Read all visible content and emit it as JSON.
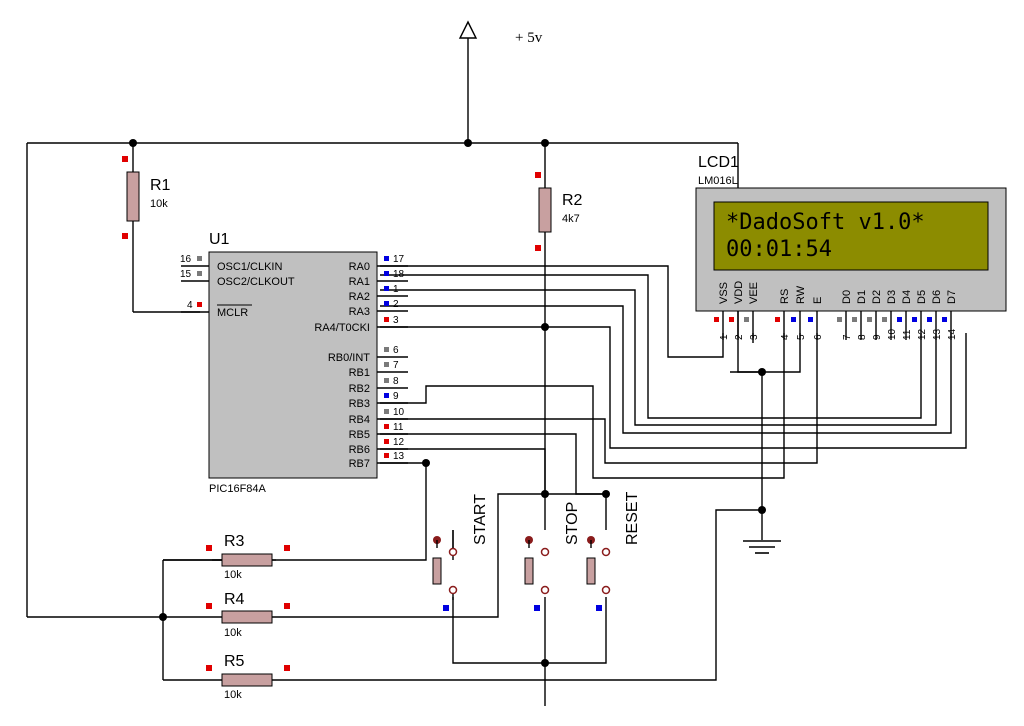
{
  "supply": {
    "label": "+ 5v"
  },
  "r1": {
    "ref": "R1",
    "value": "10k"
  },
  "r2": {
    "ref": "R2",
    "value": "4k7"
  },
  "r3": {
    "ref": "R3",
    "value": "10k"
  },
  "r4": {
    "ref": "R4",
    "value": "10k"
  },
  "r5": {
    "ref": "R5",
    "value": "10k"
  },
  "mcu": {
    "ref": "U1",
    "part": "PIC16F84A",
    "left_pins": [
      {
        "num": "16",
        "name": "OSC1/CLKIN"
      },
      {
        "num": "15",
        "name": "OSC2/CLKOUT"
      },
      {
        "num": "4",
        "name": "MCLR"
      }
    ],
    "right_pins": [
      {
        "num": "17",
        "name": "RA0"
      },
      {
        "num": "18",
        "name": "RA1"
      },
      {
        "num": "1",
        "name": "RA2"
      },
      {
        "num": "2",
        "name": "RA3"
      },
      {
        "num": "3",
        "name": "RA4/T0CKI"
      },
      {
        "num": "6",
        "name": "RB0/INT"
      },
      {
        "num": "7",
        "name": "RB1"
      },
      {
        "num": "8",
        "name": "RB2"
      },
      {
        "num": "9",
        "name": "RB3"
      },
      {
        "num": "10",
        "name": "RB4"
      },
      {
        "num": "11",
        "name": "RB5"
      },
      {
        "num": "12",
        "name": "RB6"
      },
      {
        "num": "13",
        "name": "RB7"
      }
    ]
  },
  "lcd": {
    "ref": "LCD1",
    "part": "LM016L",
    "line1": "*DadoSoft v1.0*",
    "line2": "00:01:54",
    "pins": [
      {
        "name": "VSS",
        "num": "1"
      },
      {
        "name": "VDD",
        "num": "2"
      },
      {
        "name": "VEE",
        "num": "3"
      },
      {
        "name": "RS",
        "num": "4"
      },
      {
        "name": "RW",
        "num": "5"
      },
      {
        "name": "E",
        "num": "6"
      },
      {
        "name": "D0",
        "num": "7"
      },
      {
        "name": "D1",
        "num": "8"
      },
      {
        "name": "D2",
        "num": "9"
      },
      {
        "name": "D3",
        "num": "10"
      },
      {
        "name": "D4",
        "num": "11"
      },
      {
        "name": "D5",
        "num": "12"
      },
      {
        "name": "D6",
        "num": "13"
      },
      {
        "name": "D7",
        "num": "14"
      }
    ]
  },
  "buttons": {
    "start": "START",
    "stop": "STOP",
    "reset": "RESET"
  },
  "colors": {
    "component_fill": "#c0c0c0",
    "lcd_screen": "#8c8c00",
    "lcd_text": "#000000",
    "pin_red": "#e00000",
    "pin_blue": "#0000e0",
    "pin_gray": "#7a7a7a",
    "resistor_fill": "#c8a0a0"
  }
}
